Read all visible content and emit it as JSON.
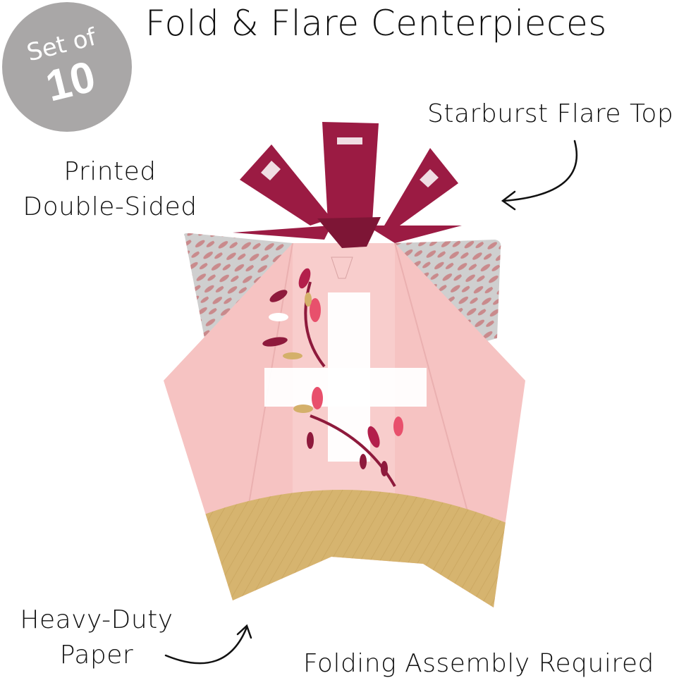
{
  "title": "Fold & Flare Centerpieces",
  "badge": {
    "line1": "Set of",
    "line2": "10"
  },
  "callouts": {
    "starburst": "Starburst Flare Top",
    "printed_line1": "Printed",
    "printed_line2": "Double-Sided",
    "heavy_line1": "Heavy-Duty",
    "heavy_line2": "Paper",
    "folding": "Folding Assembly Required"
  },
  "colors": {
    "badge": "#a9a7a7",
    "bow": "#9b1b43",
    "pink": "#f6c3c2",
    "gold": "#d4b06a",
    "pattern_bg": "#c9c9c9",
    "pattern_fg": "#c98a8c"
  }
}
